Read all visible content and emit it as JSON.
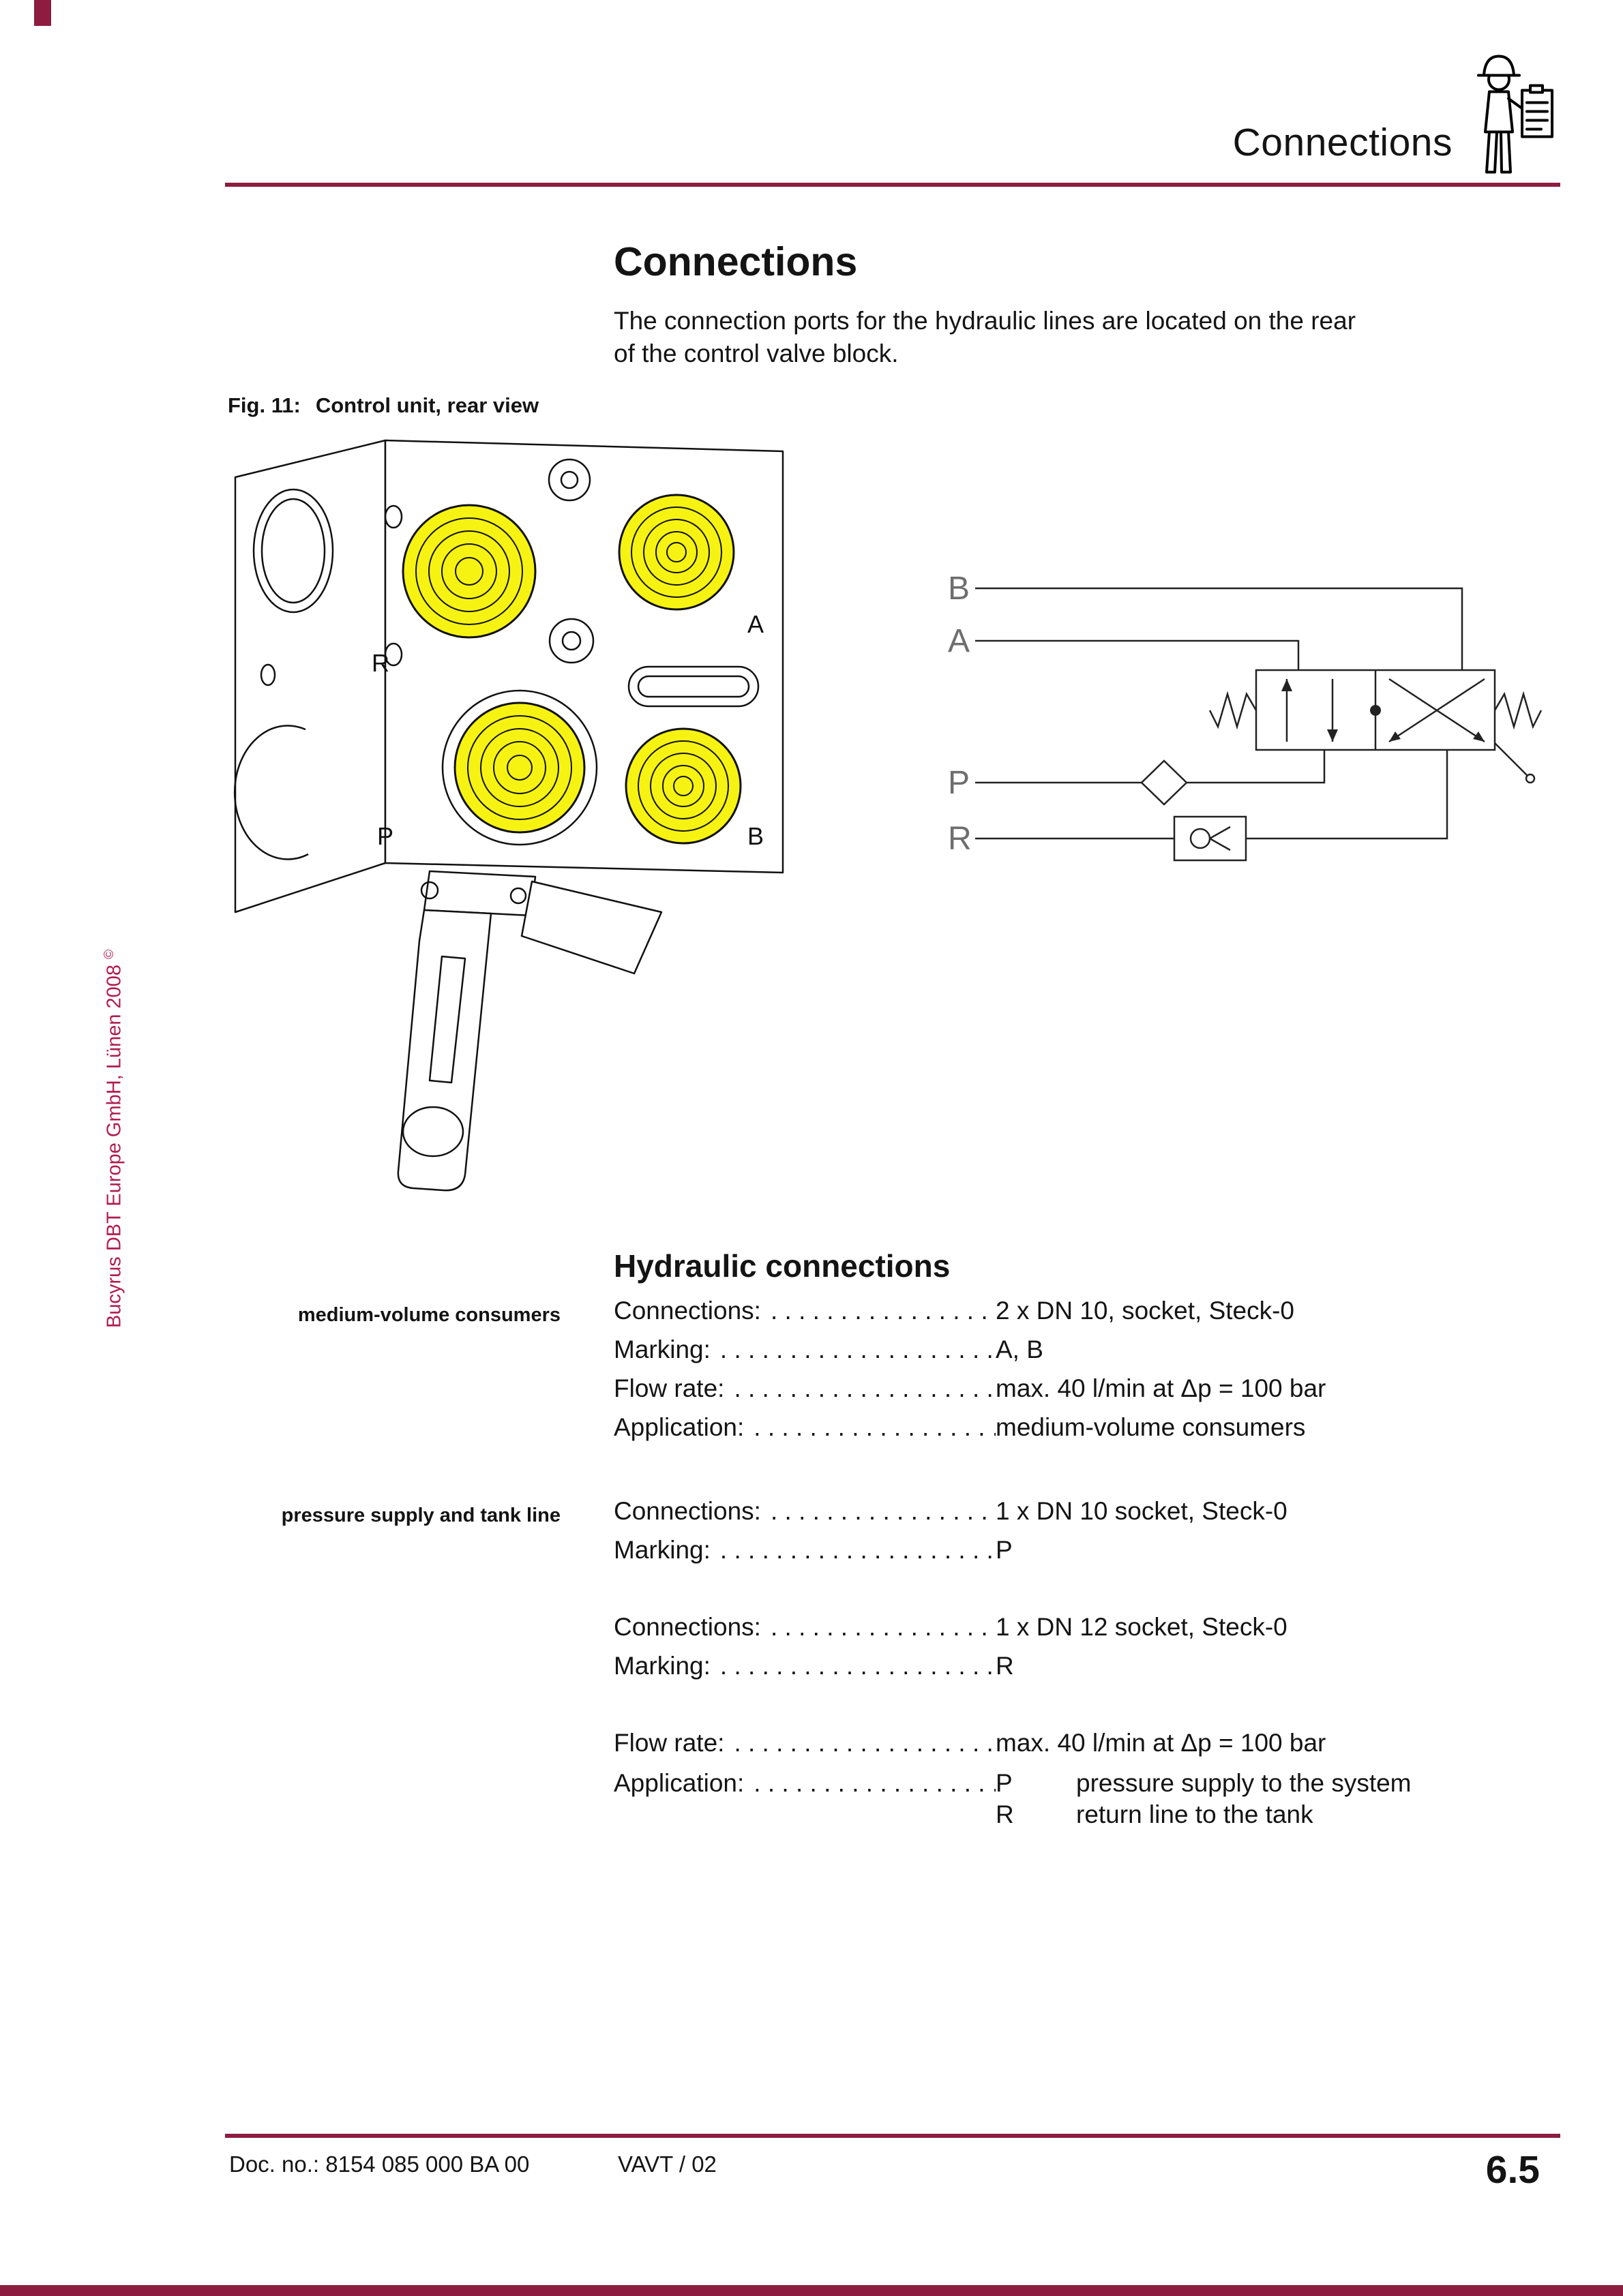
{
  "colors": {
    "accent_rule": "#8c1d40",
    "side_text": "#b01c50",
    "port_fill": "#f6f312"
  },
  "header": {
    "title": "Connections"
  },
  "content": {
    "title": "Connections",
    "intro_line1": "The connection ports for the hydraulic lines are located on the rear",
    "intro_line2": "of the control valve block.",
    "section_title": "Hydraulic connections"
  },
  "figure": {
    "caption_label": "Fig. 11:",
    "caption_text": "Control unit, rear view",
    "port_labels": {
      "r": "R",
      "a": "A",
      "p": "P",
      "b": "B"
    }
  },
  "schematic": {
    "labels": [
      "B",
      "A",
      "P",
      "R"
    ]
  },
  "side_note": {
    "text": "Bucyrus DBT Europe GmbH, Lünen 2008",
    "copyright": "©"
  },
  "specs": {
    "leader_dots": ". . . . . . . . . . . . . . . . . . . . . . . . . .",
    "block1": {
      "margin_label": "medium-volume consumers",
      "rows": [
        {
          "label": "Connections:",
          "value": "2 x DN 10, socket, Steck-0"
        },
        {
          "label": "Marking:",
          "value": "A, B"
        },
        {
          "label": "Flow rate:",
          "value": "max. 40 l/min at Δp = 100 bar"
        },
        {
          "label": "Application:",
          "value": "medium-volume consumers"
        }
      ]
    },
    "block2": {
      "margin_label": "pressure supply and tank line",
      "rows_a": [
        {
          "label": "Connections:",
          "value": "1 x DN 10 socket, Steck-0"
        },
        {
          "label": "Marking:",
          "value": "P"
        }
      ],
      "rows_b": [
        {
          "label": "Connections:",
          "value": "1 x DN 12 socket, Steck-0"
        },
        {
          "label": "Marking:",
          "value": "R"
        }
      ],
      "rows_c": [
        {
          "label": "Flow rate:",
          "value": "max. 40 l/min at Δp = 100 bar"
        }
      ],
      "application": {
        "label": "Application:",
        "entries": [
          {
            "key": "P",
            "text": "pressure supply to the system"
          },
          {
            "key": "R",
            "text": "return line to the tank"
          }
        ]
      }
    }
  },
  "footer": {
    "doc_no": "Doc. no.: 8154 085 000 BA 00",
    "version": "VAVT / 02",
    "page_number": "6.5"
  }
}
